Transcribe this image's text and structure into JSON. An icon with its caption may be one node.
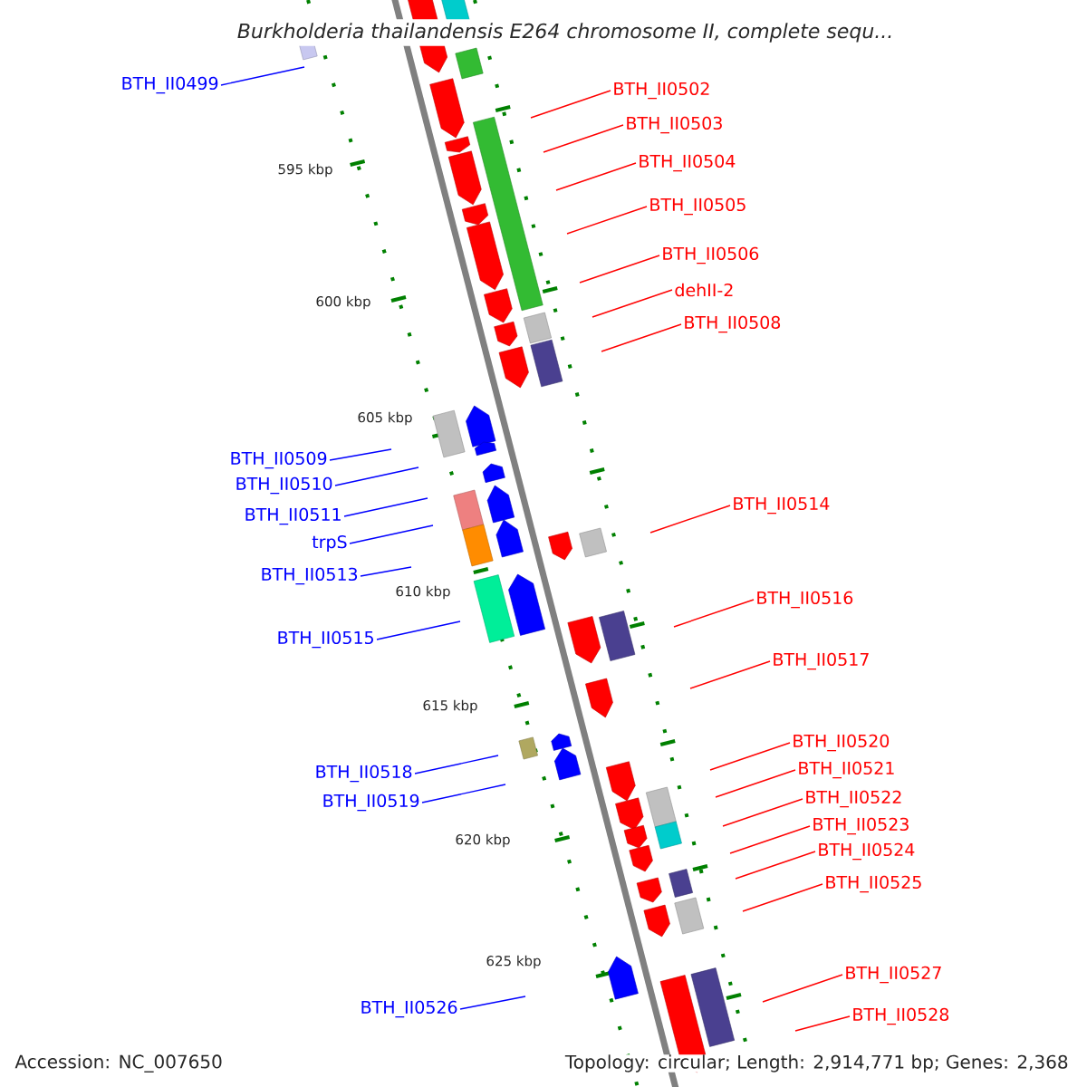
{
  "diagram": {
    "title": "Burkholderia thailandensis E264 chromosome II, complete sequ...",
    "nodes": [
      {
        "text": [
          "BTH_II0499"
        ]
      },
      {
        "text": [
          "BTH_II0502"
        ]
      },
      {
        "text": [
          "BTH_II0503"
        ]
      },
      {
        "text": [
          "BTH_II0504"
        ]
      },
      {
        "text": [
          "BTH_II0505"
        ]
      },
      {
        "text": [
          "BTH_II0506"
        ]
      },
      {
        "text": [
          "dehII-2"
        ]
      },
      {
        "text": [
          "BTH_II0508"
        ]
      },
      {
        "text": [
          "BTH_II0509"
        ]
      },
      {
        "text": [
          "BTH_II0510"
        ]
      },
      {
        "text": [
          "BTH_II0511"
        ]
      },
      {
        "text": [
          "BTH_II0514"
        ]
      },
      {
        "text": [
          "trpS"
        ]
      },
      {
        "text": [
          "BTH_II0513"
        ]
      },
      {
        "text": [
          "BTH_II0516"
        ]
      },
      {
        "text": [
          "BTH_II0515"
        ]
      },
      {
        "text": [
          "BTH_II0517"
        ]
      },
      {
        "text": [
          "BTH_II0520"
        ]
      },
      {
        "text": [
          "BTH_II0521"
        ]
      },
      {
        "text": [
          "BTH_II0518"
        ]
      },
      {
        "text": [
          "BTH_II0522"
        ]
      },
      {
        "text": [
          "BTH_II0519"
        ]
      },
      {
        "text": [
          "BTH_II0523"
        ]
      },
      {
        "text": [
          "BTH_II0524"
        ]
      },
      {
        "text": [
          "BTH_II0525"
        ]
      },
      {
        "text": [
          "BTH_II0527"
        ]
      },
      {
        "text": [
          "BTH_II0526"
        ]
      },
      {
        "text": [
          "BTH_II0528"
        ]
      }
    ],
    "edges": [
      {
        "from": 0,
        "to": null,
        "arrow": "none",
        "color": "#0000ff"
      },
      {
        "from": 1,
        "to": null,
        "arrow": "none"
      },
      {
        "from": 2,
        "to": null,
        "arrow": "none"
      },
      {
        "from": 3,
        "to": null,
        "arrow": "none"
      },
      {
        "from": 4,
        "to": null,
        "arrow": "none"
      },
      {
        "from": 5,
        "to": null,
        "arrow": "none"
      },
      {
        "from": 6,
        "to": null,
        "arrow": "none"
      },
      {
        "from": 7,
        "to": null,
        "arrow": "none"
      },
      {
        "from": 8,
        "to": null,
        "arrow": "none",
        "color": "#0000ff"
      },
      {
        "from": 9,
        "to": null,
        "arrow": "none",
        "color": "#0000ff"
      },
      {
        "from": 10,
        "to": null,
        "arrow": "none",
        "color": "#0000ff"
      },
      {
        "from": 11,
        "to": null,
        "arrow": "none"
      },
      {
        "from": 12,
        "to": null,
        "arrow": "none",
        "color": "#0000ff"
      },
      {
        "from": 13,
        "to": null,
        "arrow": "none",
        "color": "#0000ff"
      },
      {
        "from": 14,
        "to": null,
        "arrow": "none"
      },
      {
        "from": 15,
        "to": null,
        "arrow": "none",
        "color": "#0000ff"
      },
      {
        "from": 16,
        "to": null,
        "arrow": "none"
      },
      {
        "from": 17,
        "to": null,
        "arrow": "none"
      },
      {
        "from": 18,
        "to": null,
        "arrow": "none"
      },
      {
        "from": 19,
        "to": null,
        "arrow": "none",
        "color": "#0000ff"
      },
      {
        "from": 20,
        "to": null,
        "arrow": "none"
      },
      {
        "from": 21,
        "to": null,
        "arrow": "none",
        "color": "#0000ff"
      },
      {
        "from": 22,
        "to": null,
        "arrow": "none"
      },
      {
        "from": 23,
        "to": null,
        "arrow": "none"
      },
      {
        "from": 24,
        "to": null,
        "arrow": "none"
      },
      {
        "from": 25,
        "to": null,
        "arrow": "none"
      },
      {
        "from": 26,
        "to": null,
        "arrow": "none",
        "color": "#0000ff"
      },
      {
        "from": 27,
        "to": null,
        "arrow": "none"
      }
    ],
    "labels": [
      "595 kbp",
      "600 kbp",
      "605 kbp",
      "610 kbp",
      "615 kbp",
      "620 kbp",
      "625 kbp",
      "Accession: NC_007650",
      "Topology: circular; Length: 2,914,771 bp; Genes: 2,368"
    ]
  }
}
